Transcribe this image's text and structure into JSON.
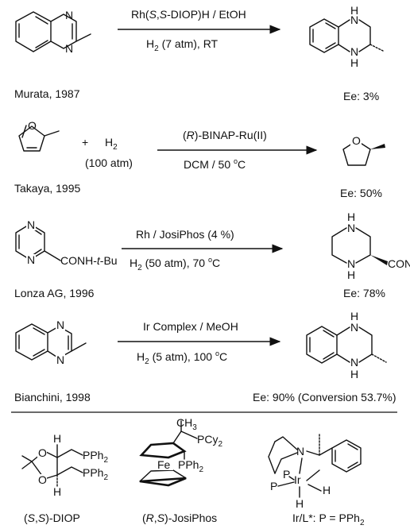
{
  "reactions": [
    {
      "author": "Murata, 1987",
      "cond_top": "Rh(S,S-DIOP)H / EtOH",
      "cond_bottom": "H2 (7 atm), RT",
      "ee": "Ee: 3%",
      "atoms": {
        "n1": "N",
        "n2": "N",
        "nh1": "N",
        "nh2": "N",
        "h1": "H",
        "h2": "H"
      }
    },
    {
      "author": "Takaya, 1995",
      "plus": "+",
      "reagent": "H2",
      "pressure": "(100 atm)",
      "cond_top": "(R)-BINAP-Ru(II)",
      "cond_bottom": "DCM / 50 oC",
      "ee": "Ee: 50%",
      "atoms": {
        "o1": "O",
        "o2": "O"
      }
    },
    {
      "author": "Lonza AG, 1996",
      "cond_top": "Rh / JosiPhos (4 %)",
      "cond_bottom": "H2 (50 atm), 70 oC",
      "ee": "Ee: 78%",
      "substituent": "CONH-t-Bu",
      "atoms": {
        "n1": "N",
        "n2": "N",
        "nh1": "N",
        "nh2": "N",
        "h1": "H",
        "h2": "H"
      }
    },
    {
      "author": "Bianchini, 1998",
      "cond_top": "Ir Complex / MeOH",
      "cond_bottom": "H2 (5 atm), 100 oC",
      "ee": "Ee: 90% (Conversion 53.7%)",
      "atoms": {
        "n1": "N",
        "n2": "N",
        "nh1": "N",
        "nh2": "N",
        "h1": "H",
        "h2": "H"
      }
    }
  ],
  "ligands": [
    {
      "name": "(S,S)-DIOP",
      "atoms": {
        "o1": "O",
        "o2": "O",
        "h1": "H",
        "h2": "H",
        "p1": "PPh2",
        "p2": "PPh2"
      }
    },
    {
      "name": "(R,S)-JosiPhos",
      "atoms": {
        "fe": "Fe",
        "ch3": "CH3",
        "pcy2": "PCy2",
        "pph2": "PPh2"
      }
    },
    {
      "name": "Ir/L*: P = PPh2",
      "atoms": {
        "n": "N",
        "p1": "P",
        "p2": "P",
        "ir": "Ir",
        "h1": "H",
        "h2": "H"
      }
    }
  ]
}
